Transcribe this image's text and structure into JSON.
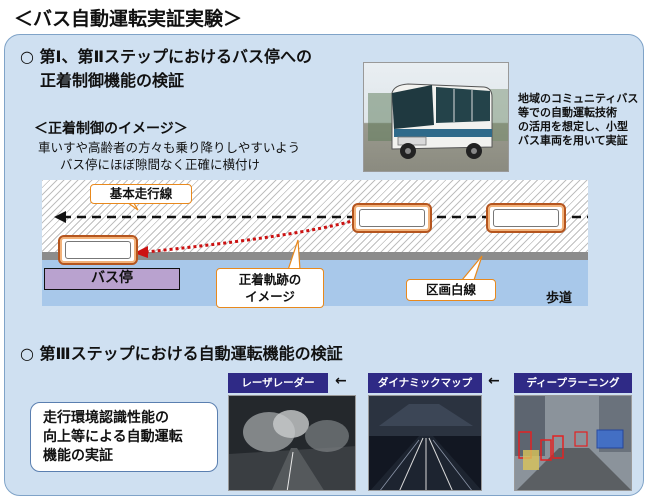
{
  "title": "＜バス自動運転実証実験＞",
  "section1": {
    "heading_line1": "○ 第Ⅰ、第Ⅱステップにおけるバス停への",
    "heading_line2": "正着制御機能の検証",
    "image_caption": "＜正着制御のイメージ＞",
    "desc_line1": "車いすや高齢者の方々も乗り降りしやすいよう",
    "desc_line2": "バス停にほぼ隙間なく正確に横付け",
    "photo_note_line1": "地域のコミュニティバス",
    "photo_note_line2": "等での自動運転技術",
    "photo_note_line3": "の活用を想定し、小型",
    "photo_note_line4": "バス車両を用いて実証"
  },
  "diagram": {
    "base_route_label": "基本走行線",
    "trajectory_label_line1": "正着軌跡の",
    "trajectory_label_line2": "イメージ",
    "lane_line_label": "区画白線",
    "sidewalk_label": "歩道",
    "bus_stop_label": "バス停",
    "colors": {
      "route_line": "#111111",
      "trajectory": "#cc1111",
      "callout_border": "#e8891d",
      "bus_stop": "#b9a2cf",
      "sidewalk": "#a8c8ea"
    }
  },
  "section3": {
    "heading": "○ 第Ⅲステップにおける自動運転機能の検証",
    "box_line1": "走行環境認識性能の",
    "box_line2": "向上等による自動運転",
    "box_line3": "機能の実証",
    "tags": [
      "レーザレーダー",
      "ダイナミックマップ",
      "ディープラーニング"
    ]
  }
}
